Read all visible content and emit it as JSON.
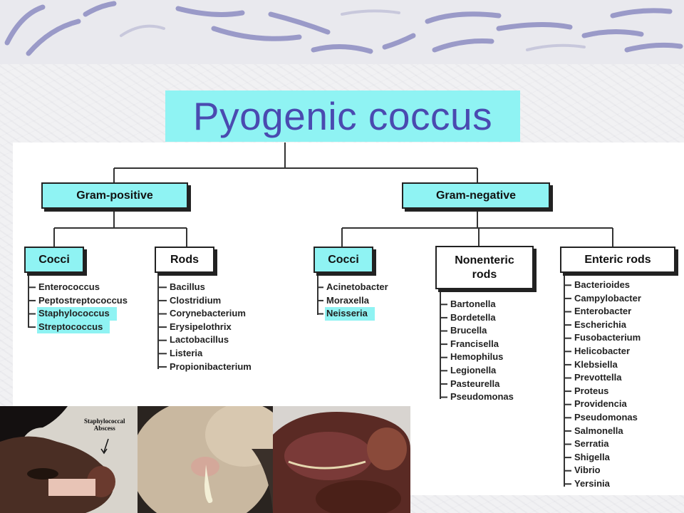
{
  "title": "Pyogenic coccus",
  "gram_positive": {
    "label": "Gram-positive",
    "cocci": {
      "label": "Cocci",
      "items": [
        "Enterococcus",
        "Peptostreptococcus",
        "Staphylococcus",
        "Streptococcus"
      ],
      "highlighted": [
        2,
        3
      ]
    },
    "rods": {
      "label": "Rods",
      "items": [
        "Bacillus",
        "Clostridium",
        "Corynebacterium",
        "Erysipelothrix",
        "Lactobacillus",
        "Listeria",
        "Propionibacterium"
      ]
    }
  },
  "gram_negative": {
    "label": "Gram-negative",
    "cocci": {
      "label": "Cocci",
      "items": [
        "Acinetobacter",
        "Moraxella",
        "Neisseria"
      ],
      "highlighted": [
        2
      ]
    },
    "nonenteric": {
      "label_line1": "Nonenteric",
      "label_line2": "rods",
      "items": [
        "Bartonella",
        "Bordetella",
        "Brucella",
        "Francisella",
        "Hemophilus",
        "Legionella",
        "Pasteurella",
        "Pseudomonas"
      ]
    },
    "enteric": {
      "label": "Enteric rods",
      "items": [
        "Bacterioides",
        "Campylobacter",
        "Enterobacter",
        "Escherichia",
        "Fusobacterium",
        "Helicobacter",
        "Klebsiella",
        "Prevottella",
        "Proteus",
        "Providencia",
        "Pseudomonas",
        "Salmonella",
        "Serratia",
        "Shigella",
        "Vibrio",
        "Yersinia"
      ]
    }
  },
  "photo_label_line1": "Staphylococcal",
  "photo_label_line2": "Abscess",
  "colors": {
    "highlight": "#8ff3f3",
    "title_text": "#4a4ab0",
    "banner_stroke": "#9a9ac8"
  }
}
